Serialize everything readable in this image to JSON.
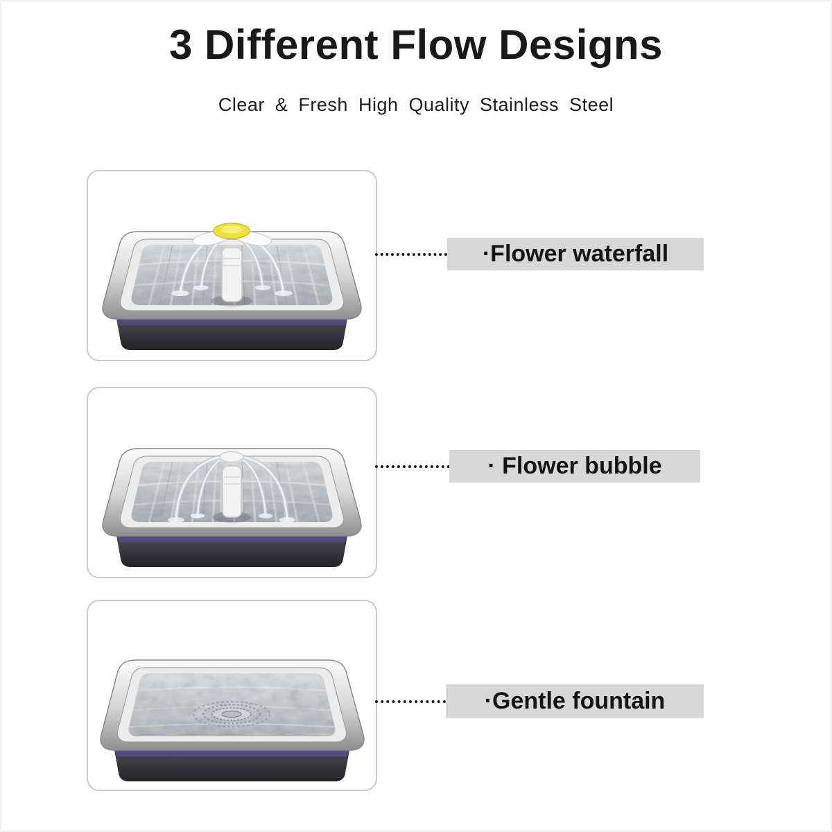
{
  "header": {
    "title": "3 Different Flow Designs",
    "subtitle": "Clear & Fresh High Quality Stainless Steel"
  },
  "flows": [
    {
      "name": "flower-waterfall",
      "label": "·Flower waterfall"
    },
    {
      "name": "flower-bubble",
      "label": "· Flower bubble"
    },
    {
      "name": "gentle-fountain",
      "label": "·Gentle fountain"
    }
  ],
  "colors": {
    "background": "#ffffff",
    "title_text": "#191919",
    "label_background": "#d8d8d8",
    "label_text": "#141414",
    "leader_dotted": "#1c1c1c",
    "flower_center_yellow": "#eee23b",
    "steel_light": "#fbfbfb",
    "steel_dark": "#8f8f8f",
    "water_light": "#d9dde0",
    "water_dark": "#a3aab0",
    "base_dark": "#232227",
    "base_purple": "#5a4b93"
  }
}
